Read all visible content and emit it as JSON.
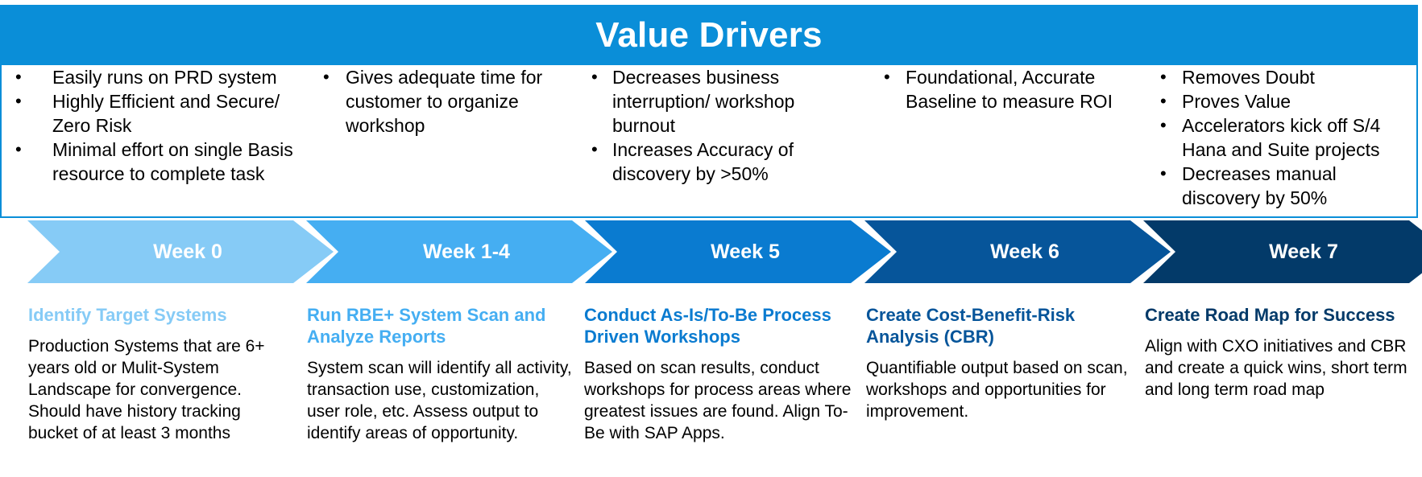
{
  "title": "Value Drivers",
  "drivers": [
    {
      "items": [
        "Easily runs on PRD system",
        "Highly Efficient and Secure/ Zero Risk",
        "Minimal effort on single Basis resource to complete task"
      ]
    },
    {
      "items": [
        "Gives adequate time for customer to organize workshop"
      ]
    },
    {
      "items": [
        "Decreases business interruption/ workshop burnout",
        "Increases Accuracy of discovery by >50%"
      ]
    },
    {
      "items": [
        "Foundational, Accurate Baseline to measure ROI"
      ]
    },
    {
      "items": [
        "Removes Doubt",
        "Proves Value",
        "Accelerators kick off S/4 Hana and Suite projects",
        "Decreases manual discovery by 50%"
      ]
    }
  ],
  "weeks": [
    {
      "label": "Week 0",
      "color": "#86cbf6"
    },
    {
      "label": "Week 1-4",
      "color": "#45aef2"
    },
    {
      "label": "Week 5",
      "color": "#0a7bd0"
    },
    {
      "label": "Week 6",
      "color": "#06559a"
    },
    {
      "label": "Week 7",
      "color": "#033a69"
    }
  ],
  "steps": [
    {
      "title": "Identify Target Systems",
      "title_color": "#86cbf6",
      "description": "Production Systems that are 6+ years old or Mulit-System Landscape for convergence. Should have history tracking bucket of at least 3 months"
    },
    {
      "title": "Run RBE+ System Scan and Analyze Reports",
      "title_color": "#45aef2",
      "description": "System scan will identify all activity, transaction use, customization, user role, etc. Assess output to identify areas of opportunity."
    },
    {
      "title": "Conduct As-Is/To-Be Process Driven Workshops",
      "title_color": "#0a7bd0",
      "description": "Based on scan results, conduct workshops for process areas where greatest issues are found. Align To-Be with SAP Apps."
    },
    {
      "title": "Create Cost-Benefit-Risk Analysis (CBR)",
      "title_color": "#06559a",
      "description": "Quantifiable output based on scan, workshops and opportunities for improvement."
    },
    {
      "title": "Create Road Map for Success",
      "title_color": "#033a69",
      "description": "Align with CXO initiatives and CBR and create a quick wins, short term and long term road map"
    }
  ],
  "accent_color": "#0a8ed8"
}
